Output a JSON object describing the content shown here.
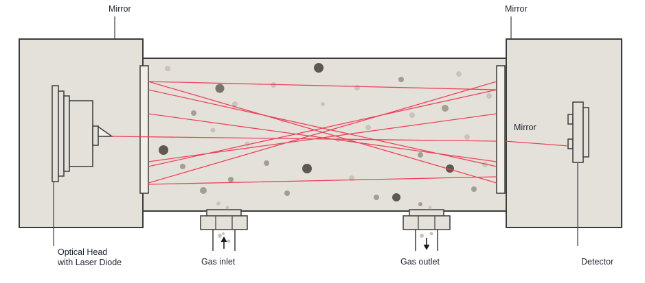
{
  "diagram": {
    "type": "multipass-gas-cell-schematic",
    "labels": {
      "mirror_top_left": "Mirror",
      "mirror_top_right": "Mirror",
      "mirror_right": "Mirror",
      "optical_head_line1": "Optical Head",
      "optical_head_line2": "with Laser Diode",
      "gas_inlet": "Gas inlet",
      "gas_outlet": "Gas outlet",
      "detector": "Detector"
    },
    "colors": {
      "body_fill": "#e4e1da",
      "component_fill": "#f2efe8",
      "outline": "#3b3b3b",
      "beam_red": "#ee3a52",
      "text": "#1b2130",
      "particle_light": "#c9c4ba",
      "particle_mid": "#a39d92",
      "particle_dark": "#7a756c",
      "particle_darkest": "#5d5950"
    }
  }
}
